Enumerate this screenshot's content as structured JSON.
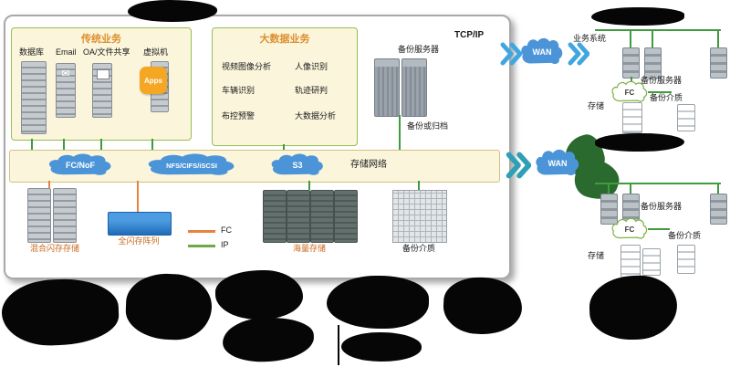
{
  "colors": {
    "ip_line": "#3E9B3E",
    "fc_line": "#E8823C",
    "cloud_blue": "#4B94D8",
    "panel_bg": "#FBF5DC",
    "panel_border": "#94BE52",
    "title_orange": "#DD8F2D",
    "device_label_orange": "#C8681E",
    "wan_arrow_blue": "#3FA6DF",
    "splash_green": "#2A6A2E"
  },
  "main": {
    "tcp_ip": "TCP/IP",
    "traditional": {
      "title": "传统业务",
      "items": [
        "数据库",
        "Email",
        "OA/文件共享",
        "虚拟机"
      ],
      "apps_badge": "Apps"
    },
    "bigdata": {
      "title": "大数据业务",
      "items": [
        "视频图像分析",
        "人像识别",
        "车辆识别",
        "轨迹研判",
        "布控预警",
        "大数据分析"
      ]
    },
    "backup_server_label": "备份服务器",
    "backup_or_archive": "备份或归档",
    "storage_network": {
      "label": "存储网络",
      "clouds": [
        "FC/NoF",
        "NFS/CIFS/iSCSI",
        "S3"
      ]
    },
    "legend": {
      "fc": "FC",
      "ip": "IP"
    },
    "devices": {
      "hybrid_flash": "混合闪存存储",
      "all_flash": "全闪存阵列",
      "mass_storage": "海量存储",
      "backup_media": "备份介质"
    }
  },
  "right_top": {
    "wan": "WAN",
    "business_system": "业务系统",
    "backup_server": "备份服务器",
    "fc": "FC",
    "storage": "存储",
    "backup_media": "备份介质"
  },
  "right_bottom": {
    "wan": "WAN",
    "backup_server": "备份服务器",
    "fc": "FC",
    "storage": "存储",
    "backup_media": "备份介质"
  }
}
